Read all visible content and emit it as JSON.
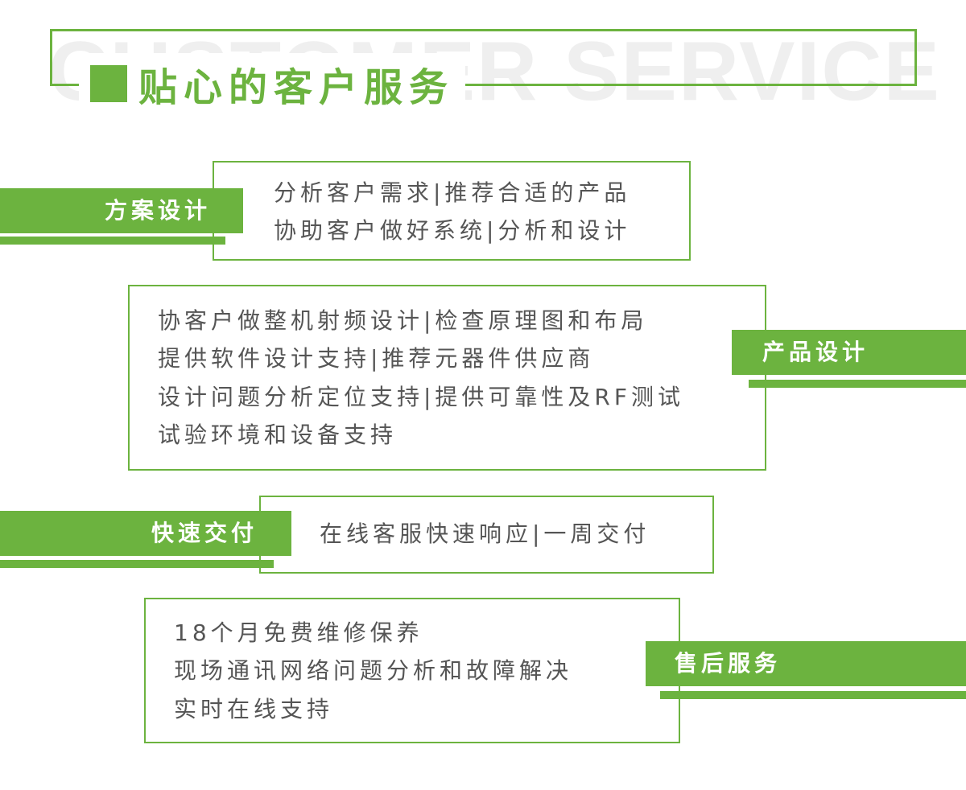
{
  "header": {
    "watermark": "CUSTOMER SERVICE",
    "title": "贴心的客户服务"
  },
  "sections": [
    {
      "label": "方案设计",
      "lines": [
        "分析客户需求|推荐合适的产品",
        "协助客户做好系统|分析和设计"
      ]
    },
    {
      "label": "产品设计",
      "lines": [
        "协客户做整机射频设计|检查原理图和布局",
        "提供软件设计支持|推荐元器件供应商",
        "设计问题分析定位支持|提供可靠性及RF测试",
        "试验环境和设备支持"
      ]
    },
    {
      "label": "快速交付",
      "lines": [
        "在线客服快速响应|一周交付"
      ]
    },
    {
      "label": "售后服务",
      "lines": [
        "18个月免费维修保养",
        "现场通讯网络问题分析和故障解决",
        "实时在线支持"
      ]
    }
  ],
  "colors": {
    "accent": "#6cb33f",
    "text": "#555555",
    "watermark": "#efefef"
  }
}
